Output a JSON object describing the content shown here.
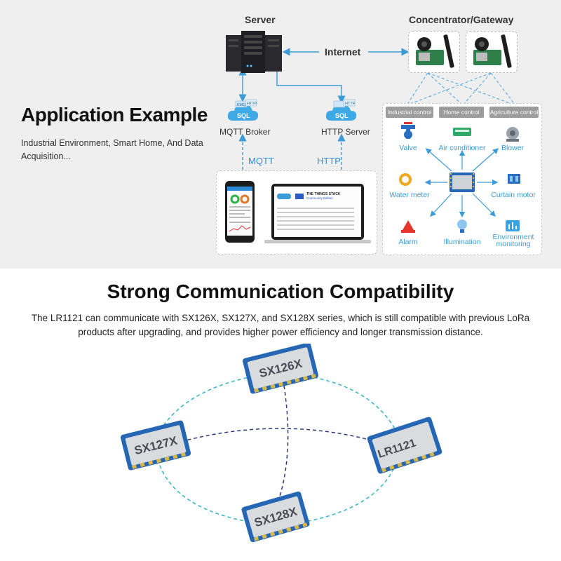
{
  "application": {
    "title": "Application Example",
    "description": "Industrial Environment, Smart Home, And Data Acquisition..."
  },
  "nodes": {
    "server": "Server",
    "gateway": "Concentrator/Gateway",
    "internet": "Internet",
    "mqtt_broker": "MQTT Broker",
    "http_server": "HTTP Server",
    "mqtt": "MQTT",
    "http": "HTTP",
    "sql": "SQL",
    "emq": "EMQ",
    "http_badge": "HTTP"
  },
  "screen": {
    "tts_line1": "THE THINGS STACK",
    "tts_line2": "Community Edition"
  },
  "control_tags": [
    "Industrial control",
    "Home control",
    "Agriculture control"
  ],
  "devices": [
    {
      "name": "Valve",
      "icon": "valve-icon"
    },
    {
      "name": "Air conditioner",
      "icon": "air-conditioner-icon"
    },
    {
      "name": "Blower",
      "icon": "blower-icon"
    },
    {
      "name": "Water meter",
      "icon": "water-meter-icon"
    },
    {
      "name": "Curtain motor",
      "icon": "curtain-motor-icon"
    },
    {
      "name": "Alarm",
      "icon": "alarm-icon"
    },
    {
      "name": "Illumination",
      "icon": "illumination-icon"
    },
    {
      "name": "Environment monitoring",
      "icon": "environment-monitoring-icon"
    }
  ],
  "compatibility": {
    "title": "Strong Communication Compatibility",
    "description": "The LR1121 can communicate with SX126X, SX127X, and SX128X series, which is still compatible with previous LoRa products after upgrading, and provides higher power efficiency and longer transmission distance."
  },
  "chips": [
    "SX126X",
    "SX127X",
    "LR1121",
    "SX128X"
  ],
  "colors": {
    "line_blue": "#3a9bd6",
    "dash_teal": "#36b5c0",
    "dash_navy": "#2a3a78",
    "chip_pcb": "#2566b5"
  }
}
